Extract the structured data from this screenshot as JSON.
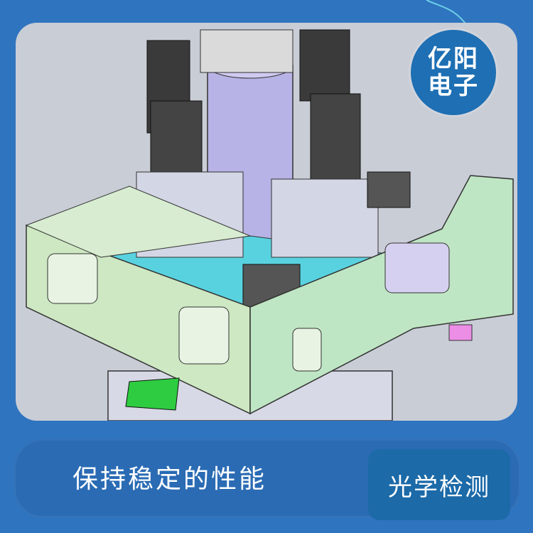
{
  "brand": {
    "line1": "亿阳",
    "line2": "电子"
  },
  "slogan": "保持稳定的性能",
  "tag": "光学检测",
  "colors": {
    "background": "#2f74bf",
    "badge": "#1e6fb3",
    "frame_bg": "#c9cdd6",
    "panel_green": "#cde8c2",
    "body_purple": "#b7b3e6",
    "cyan": "#59d2e0"
  },
  "image": {
    "subject": "optical-inspection-machine-cad-render"
  }
}
